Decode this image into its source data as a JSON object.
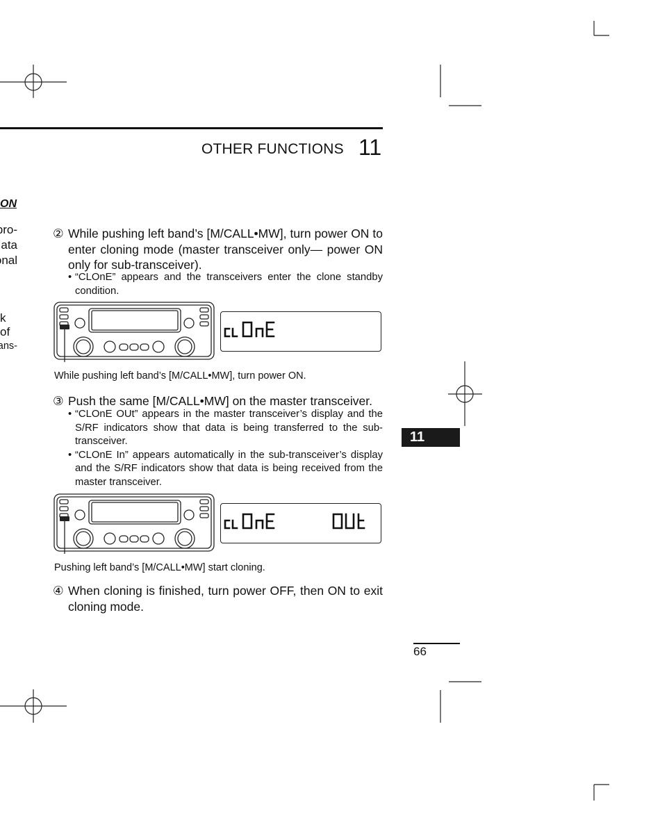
{
  "header": {
    "section_title": "OTHER FUNCTIONS",
    "chapter_number": "11"
  },
  "left_column_fragments": {
    "title": "ON",
    "lines": [
      "pro-",
      "ata",
      "onal",
      "k of",
      "ans-"
    ]
  },
  "steps": [
    {
      "number": "②",
      "text": "While pushing left band’s [M/CALL•MW], turn power ON to enter cloning mode (master transceiver only— power ON only for sub-transceiver).",
      "bullets": [
        "“CLOnE” appears and the transceivers enter the clone standby condition."
      ]
    },
    {
      "number": "③",
      "text": "Push the same [M/CALL•MW] on the master transceiver.",
      "bullets": [
        "“CLOnE OUt” appears in the master transceiver’s display and the S/RF indicators show that data is being transferred to the sub-transceiver.",
        "“CLOnE In” appears automatically in the sub-transceiver’s dis­play and the S/RF indicators show that data is being received from the master transceiver."
      ]
    },
    {
      "number": "④",
      "text": "When cloning is finished, turn power OFF, then ON to exit cloning mode."
    }
  ],
  "figures": [
    {
      "caption": "While pushing left band’s [M/CALL•MW], turn power ON.",
      "lcd_readout": "CLOnE"
    },
    {
      "caption": "Pushing left band’s [M/CALL•MW] start cloning.",
      "lcd_readout": "CLOnE OUt"
    }
  ],
  "side_tab": "11",
  "page_number": "66"
}
